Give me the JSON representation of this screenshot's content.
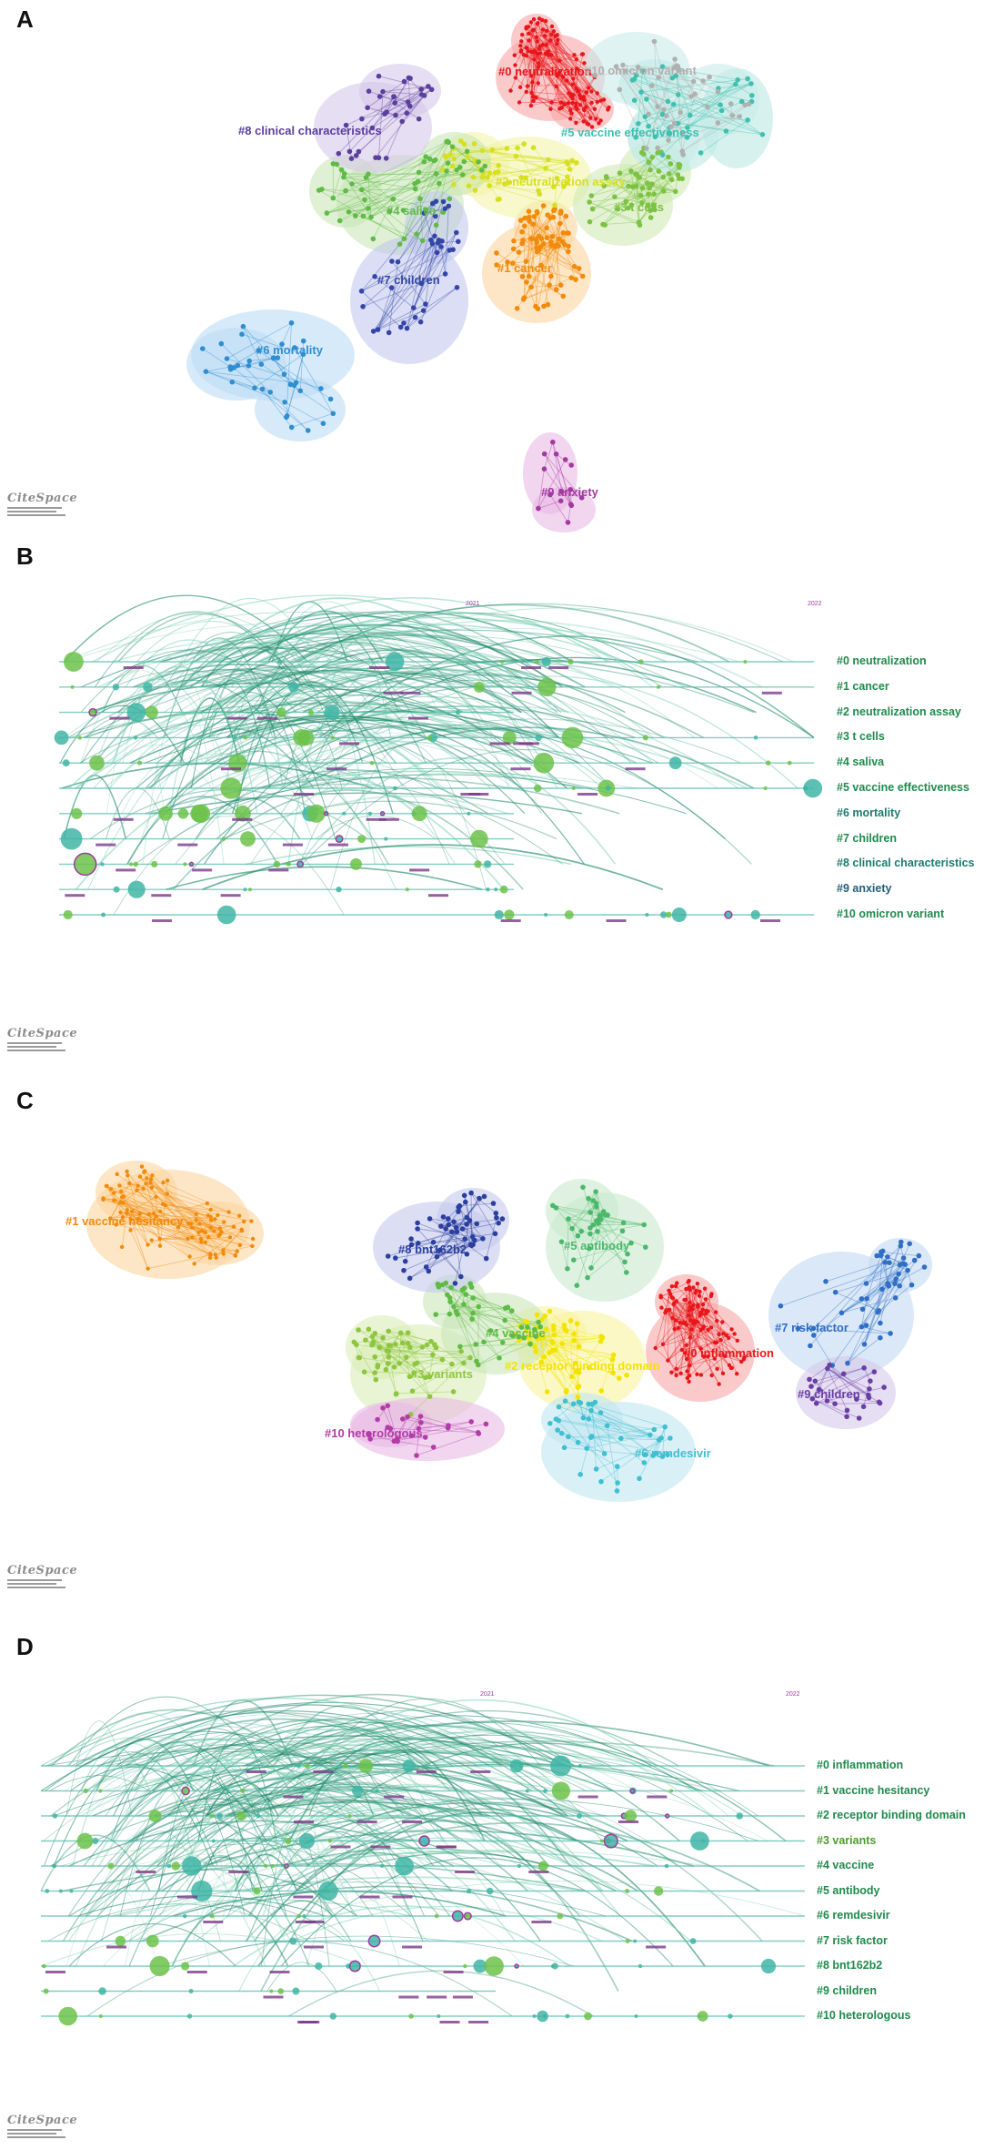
{
  "panels": {
    "A": {
      "letter": "A",
      "clusters": [
        {
          "id": "c0",
          "label": "#0 neutralization",
          "color": "#e8161b",
          "hull": "#f6a7a6"
        },
        {
          "id": "c1",
          "label": "#1 cancer",
          "color": "#f28a0c",
          "hull": "#fbd6a0"
        },
        {
          "id": "c2",
          "label": "#2 neutralization assay",
          "color": "#d7df21",
          "hull": "#f2f4a8"
        },
        {
          "id": "c3",
          "label": "#3 t cells",
          "color": "#7dc242",
          "hull": "#cfe9b4"
        },
        {
          "id": "c4",
          "label": "#4 saliva",
          "color": "#5fbb46",
          "hull": "#c9e6b9"
        },
        {
          "id": "c5",
          "label": "#5 vaccine effectiveness",
          "color": "#3fc0b0",
          "hull": "#bde9e3"
        },
        {
          "id": "c6",
          "label": "#6 mortality",
          "color": "#2f8ed1",
          "hull": "#bcdcf5"
        },
        {
          "id": "c7",
          "label": "#7 children",
          "color": "#3346a8",
          "hull": "#c3c8ec"
        },
        {
          "id": "c8",
          "label": "#8 clinical characteristics",
          "color": "#5b3e9e",
          "hull": "#d5c8ea"
        },
        {
          "id": "c9",
          "label": "#9 anxiety",
          "color": "#a23aa0",
          "hull": "#eab9e5"
        },
        {
          "id": "c10",
          "label": "#10 omicron variant",
          "color": "#b0b0b0",
          "hull": "#c8ebea"
        }
      ]
    },
    "B": {
      "letter": "B",
      "years": [
        "2021",
        "2022"
      ],
      "rows": [
        {
          "label": "#0 neutralization",
          "color": "#1f8a4c"
        },
        {
          "label": "#1 cancer",
          "color": "#1f8a4c"
        },
        {
          "label": "#2 neutralization assay",
          "color": "#1f8a4c"
        },
        {
          "label": "#3 t cells",
          "color": "#1f8a4c"
        },
        {
          "label": "#4 saliva",
          "color": "#1f8a4c"
        },
        {
          "label": "#5 vaccine effectiveness",
          "color": "#1f8a4c"
        },
        {
          "label": "#6 mortality",
          "color": "#1d7b6e"
        },
        {
          "label": "#7 children",
          "color": "#1f8a4c"
        },
        {
          "label": "#8 clinical characteristics",
          "color": "#1d7b6e"
        },
        {
          "label": "#9 anxiety",
          "color": "#1f5f7a"
        },
        {
          "label": "#10 omicron variant",
          "color": "#1f8a4c"
        }
      ]
    },
    "C": {
      "letter": "C",
      "clusters": [
        {
          "id": "d0",
          "label": "#0 inflammation",
          "color": "#e8161b",
          "hull": "#f6a7a6"
        },
        {
          "id": "d1",
          "label": "#1 vaccine hesitancy",
          "color": "#f28a0c",
          "hull": "#fbd6a0"
        },
        {
          "id": "d2",
          "label": "#2 receptor binding domain",
          "color": "#f2e400",
          "hull": "#f8f4a0"
        },
        {
          "id": "d3",
          "label": "#3 variants",
          "color": "#8fc63f",
          "hull": "#d8ecb8"
        },
        {
          "id": "d4",
          "label": "#4 vaccine",
          "color": "#5fbb46",
          "hull": "#c9e6b9"
        },
        {
          "id": "d5",
          "label": "#5 antibody",
          "color": "#4cb86a",
          "hull": "#c9e9cf"
        },
        {
          "id": "d6",
          "label": "#6 remdesivir",
          "color": "#3fbfd0",
          "hull": "#c2e6f2"
        },
        {
          "id": "d7",
          "label": "#7 risk factor",
          "color": "#2f6fc4",
          "hull": "#c3d8f3"
        },
        {
          "id": "d8",
          "label": "#8 bnt162b2",
          "color": "#2b3f9e",
          "hull": "#c5c9ec"
        },
        {
          "id": "d9",
          "label": "#9 children",
          "color": "#6a3fa3",
          "hull": "#d5c8ea"
        },
        {
          "id": "d10",
          "label": "#10 heterologous",
          "color": "#b23ca8",
          "hull": "#eab9e5"
        }
      ]
    },
    "D": {
      "letter": "D",
      "years": [
        "2021",
        "2022"
      ],
      "rows": [
        {
          "label": "#0 inflammation",
          "color": "#1f8a4c"
        },
        {
          "label": "#1 vaccine hesitancy",
          "color": "#1f8a4c"
        },
        {
          "label": "#2 receptor binding domain",
          "color": "#1f8a4c"
        },
        {
          "label": "#3 variants",
          "color": "#4a9c2c"
        },
        {
          "label": "#4 vaccine",
          "color": "#1f8a4c"
        },
        {
          "label": "#5 antibody",
          "color": "#1f8a4c"
        },
        {
          "label": "#6 remdesivir",
          "color": "#1f8a4c"
        },
        {
          "label": "#7 risk factor",
          "color": "#1f8a4c"
        },
        {
          "label": "#8 bnt162b2",
          "color": "#1f8a4c"
        },
        {
          "label": "#9 children",
          "color": "#1f8a4c"
        },
        {
          "label": "#10 heterologous",
          "color": "#1f8a4c"
        }
      ]
    }
  },
  "logo": {
    "text": "CiteSpace"
  }
}
